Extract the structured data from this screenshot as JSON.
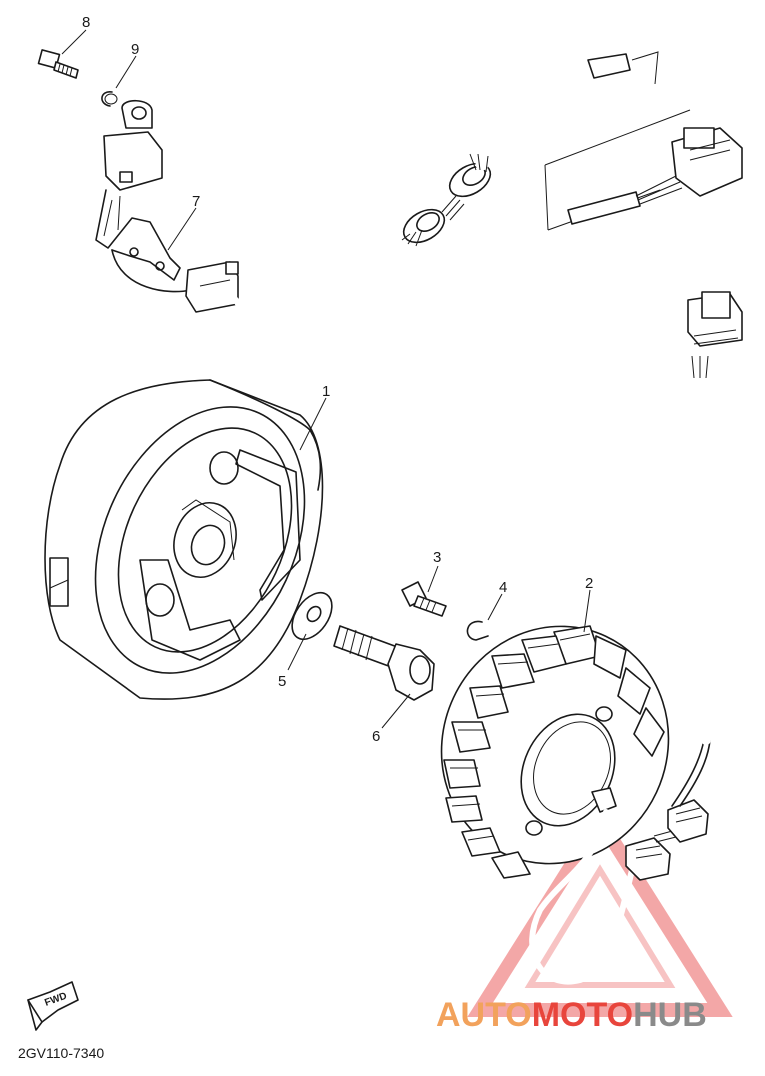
{
  "callouts": {
    "c1": "1",
    "c2": "2",
    "c3": "3",
    "c4": "4",
    "c5": "5",
    "c6": "6",
    "c7": "7",
    "c8": "8",
    "c9": "9"
  },
  "diagram_code": "2GV110-7340",
  "fwd_label": "FWD",
  "watermark": {
    "part_a": "AUTO",
    "part_b": "MOTO",
    "part_c": "HUB",
    "colors": {
      "orange": "#f2a25c",
      "red": "#e8453c",
      "gray": "#8a8a8a"
    }
  }
}
